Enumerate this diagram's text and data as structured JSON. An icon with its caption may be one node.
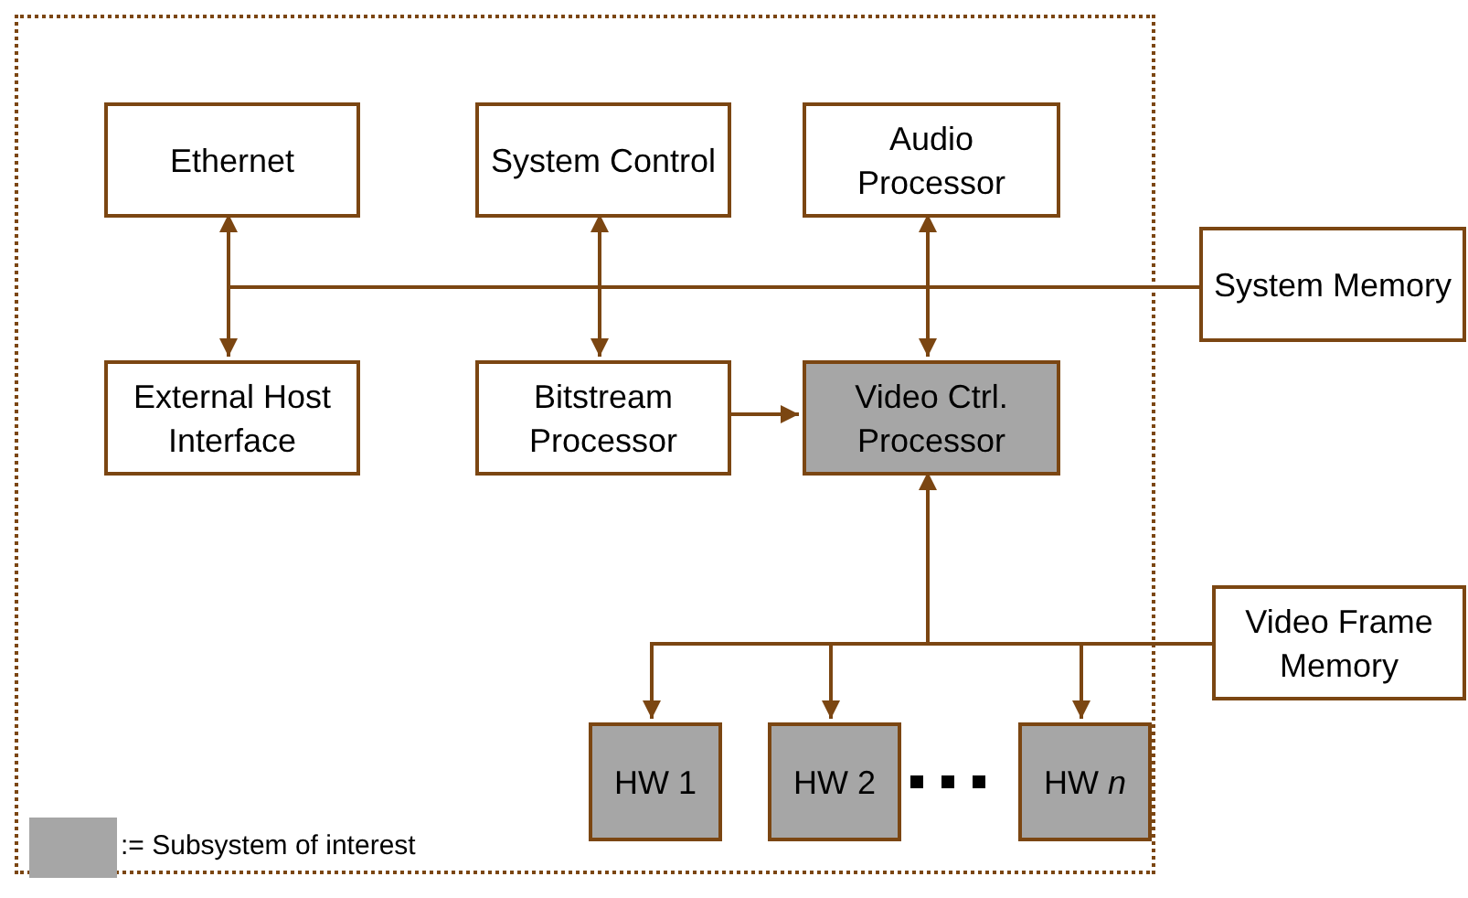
{
  "diagram": {
    "nodes": [
      {
        "text": [],
        "shape": "box"
      },
      {
        "text": [
          "Ethernet"
        ],
        "in": 0
      },
      {
        "text": [
          "System Control"
        ],
        "in": 0
      },
      {
        "text": [
          "Audio Processor"
        ],
        "in": 0
      },
      {
        "text": [
          "System Memory"
        ]
      },
      {
        "text": [
          "External Host Interface"
        ],
        "in": 0
      },
      {
        "text": [
          "Bitstream Processor"
        ],
        "in": 0
      },
      {
        "text": [
          "Video Ctrl. Processor"
        ],
        "in": 0
      },
      {
        "text": [
          "Video Frame Memory"
        ]
      },
      {
        "text": [
          "HW 1"
        ],
        "in": 0
      },
      {
        "text": [
          "HW 2"
        ],
        "in": 0
      },
      {
        "text": [
          "HW *n*"
        ],
        "in": 0
      }
    ],
    "edges": [
      {
        "from": 4,
        "to": 1,
        "arrow": "to"
      },
      {
        "from": 4,
        "to": 5,
        "arrow": "to"
      },
      {
        "from": 4,
        "to": 2,
        "arrow": "to"
      },
      {
        "from": 4,
        "to": 6,
        "arrow": "to"
      },
      {
        "from": 4,
        "to": 3,
        "arrow": "to"
      },
      {
        "from": 4,
        "to": 7,
        "arrow": "to"
      },
      {
        "from": 6,
        "to": 7,
        "arrow": "to"
      },
      {
        "from": 8,
        "to": 7,
        "arrow": "to"
      },
      {
        "from": 8,
        "to": 9,
        "arrow": "to"
      },
      {
        "from": 8,
        "to": 10,
        "arrow": "to"
      },
      {
        "from": 8,
        "to": 11,
        "arrow": "to"
      }
    ],
    "legend": [
      {
        "text": ":= Subsystem of interest",
        "color": "#a6a6a6"
      }
    ]
  }
}
